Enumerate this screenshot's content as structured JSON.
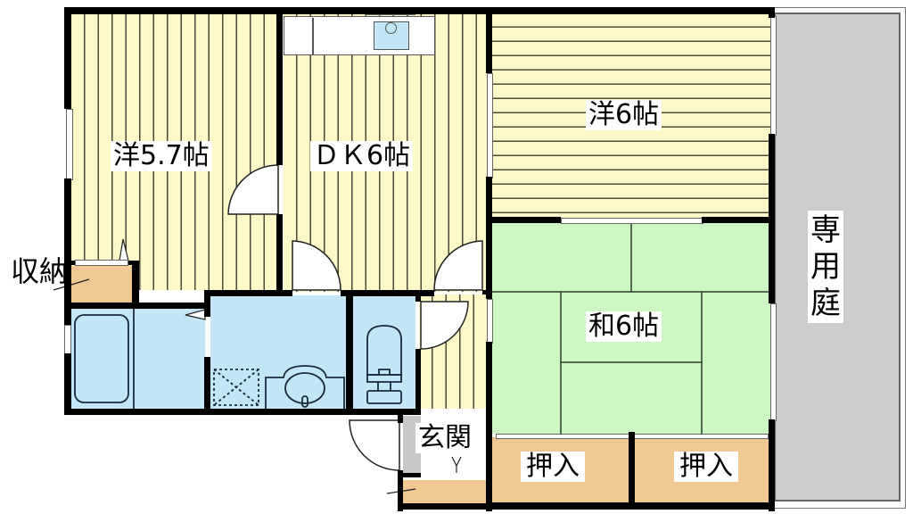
{
  "floor_plan": {
    "rooms": [
      {
        "id": "western-room-1",
        "label": "洋5.7帖",
        "type": "western",
        "size_jo": 5.7
      },
      {
        "id": "dining-kitchen",
        "label": "ＤＫ6帖",
        "type": "dining-kitchen",
        "size_jo": 6
      },
      {
        "id": "western-room-2",
        "label": "洋6帖",
        "type": "western",
        "size_jo": 6
      },
      {
        "id": "japanese-room",
        "label": "和6帖",
        "type": "japanese-tatami",
        "size_jo": 6
      },
      {
        "id": "entrance",
        "label": "玄関",
        "type": "entrance"
      },
      {
        "id": "closet-1",
        "label": "押入",
        "type": "oshiire"
      },
      {
        "id": "closet-2",
        "label": "押入",
        "type": "oshiire"
      },
      {
        "id": "private-garden",
        "label": "専用庭",
        "type": "garden"
      },
      {
        "id": "storage",
        "label": "収納",
        "type": "storage"
      }
    ],
    "labels": {
      "western1": "洋5.7帖",
      "dk": "ＤＫ6帖",
      "western2": "洋6帖",
      "washitsu": "和6帖",
      "genkan": "玄関",
      "oshiire1": "押入",
      "oshiire2": "押入",
      "garden": "専用庭",
      "storage": "収納"
    },
    "colors": {
      "wood_floor": "#fdf8c8",
      "tatami": "#ccf7c2",
      "wet_area": "#c3e6f7",
      "closet": "#f0c992",
      "garden": "#cccccc",
      "wall": "#000000"
    }
  }
}
